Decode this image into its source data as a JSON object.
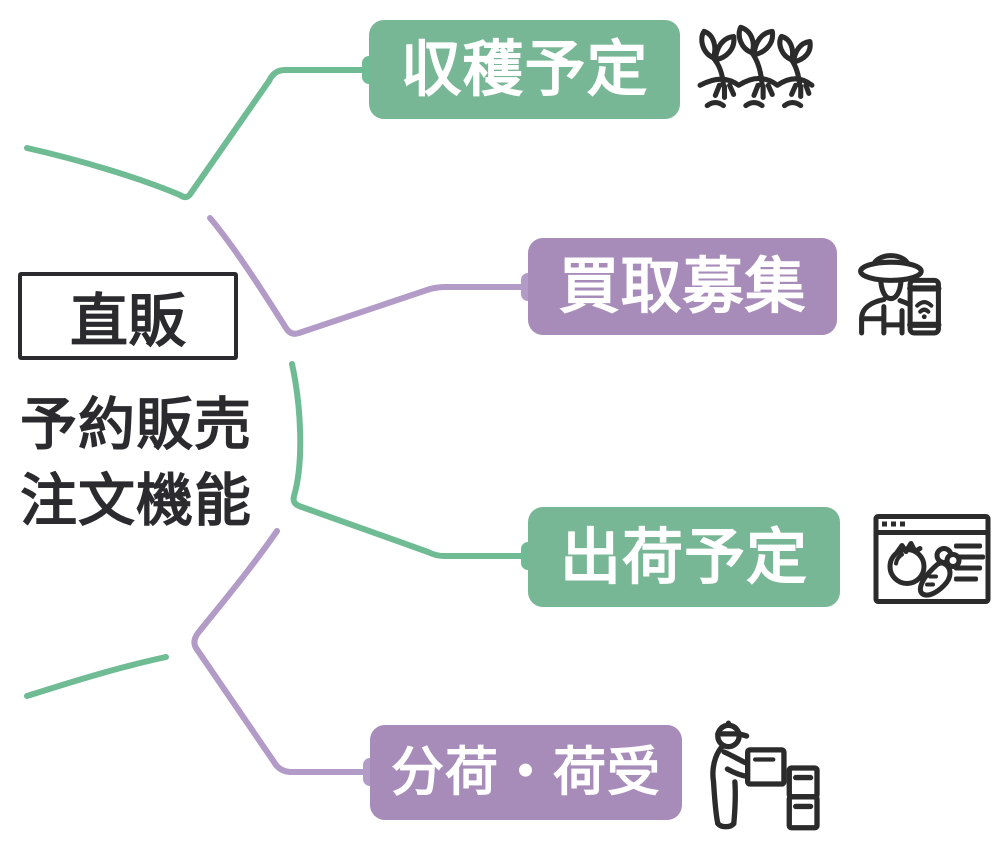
{
  "diagram": {
    "type": "mindmap",
    "root": {
      "badge": "直販",
      "title_lines": [
        "予約販売",
        "注文機能"
      ]
    },
    "branches": [
      {
        "label": "収穫予定",
        "fill": "#78b795",
        "line_color": "#6fbb94",
        "icon": "seedlings-icon"
      },
      {
        "label": "買取募集",
        "fill": "#a78cba",
        "line_color": "#b29bc7",
        "icon": "farmer-smartphone-icon"
      },
      {
        "label": "出荷予定",
        "fill": "#78b795",
        "line_color": "#6fbb94",
        "icon": "produce-order-screen-icon"
      },
      {
        "label": "分荷・荷受",
        "fill": "#a78cba",
        "line_color": "#b29bc7",
        "icon": "parcel-handover-icon"
      }
    ],
    "colors": {
      "background": "#ffffff",
      "green": "#78b795",
      "green_line": "#6fbb94",
      "purple": "#a78cba",
      "purple_line": "#b29bc7",
      "box_text": "#ffffff",
      "root_text": "#2b2b2f",
      "icon_stroke": "#2b2b2b"
    }
  }
}
